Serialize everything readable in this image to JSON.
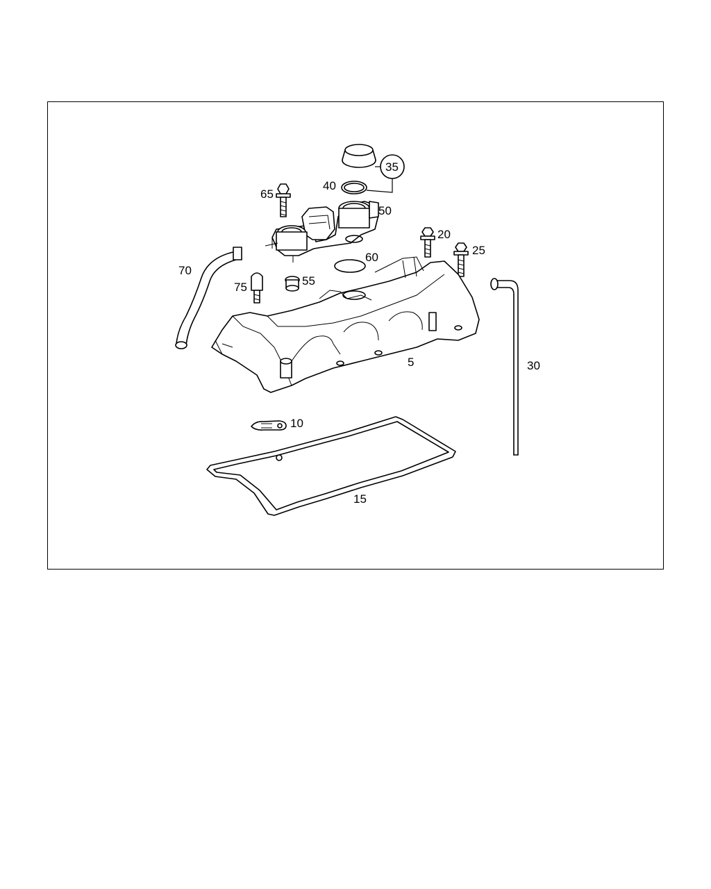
{
  "diagram": {
    "callouts": {
      "c5": "5",
      "c10": "10",
      "c15": "15",
      "c20": "20",
      "c25": "25",
      "c30": "30",
      "c35": "35",
      "c40": "40",
      "c50": "50",
      "c55": "55",
      "c60": "60",
      "c65": "65",
      "c70": "70",
      "c75": "75"
    }
  }
}
